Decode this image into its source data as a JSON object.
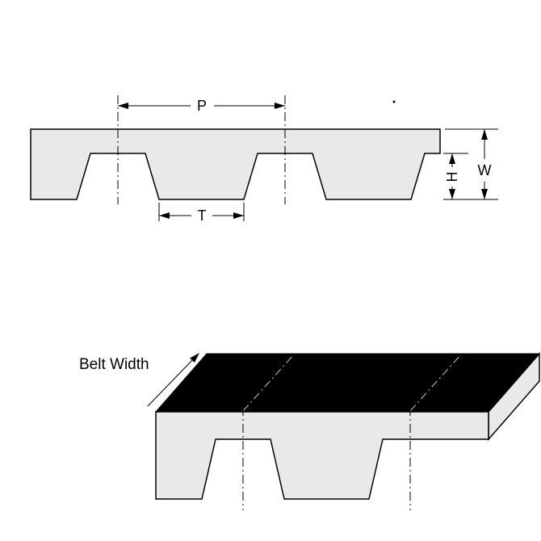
{
  "diagram": {
    "type": "timing-belt-dimension-drawing",
    "cross_section": {
      "pitch_label": "P",
      "tooth_width_label": "T",
      "tooth_height_label": "H",
      "thickness_label": "W"
    },
    "belt_3d": {
      "width_label": "Belt Width"
    },
    "colors": {
      "belt_fill": "#e9e9e9",
      "top_face_fill": "#000000",
      "line": "#000000",
      "background": "#ffffff"
    }
  }
}
